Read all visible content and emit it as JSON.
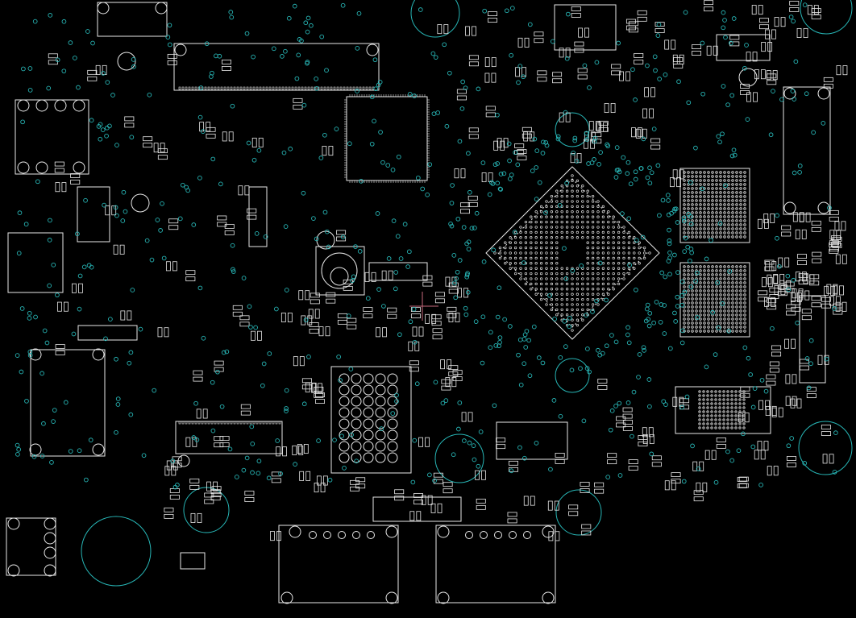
{
  "viewer": {
    "background_color": "#000000",
    "outline_color": "#e8e8e8",
    "via_color": "#27b5b5",
    "cursor_color": "#c76a7e"
  },
  "board": {
    "components": [
      {
        "id": "usb-connector-top-left",
        "kind": "connector"
      },
      {
        "id": "fpc-connector-top",
        "kind": "connector"
      },
      {
        "id": "ethernet-rj45",
        "kind": "connector"
      },
      {
        "id": "sd-card-slot",
        "kind": "connector"
      },
      {
        "id": "soc-main",
        "kind": "bga-chip"
      },
      {
        "id": "ddr-ram-top",
        "kind": "bga-chip"
      },
      {
        "id": "ddr-ram-bottom",
        "kind": "bga-chip"
      },
      {
        "id": "emmc-flash",
        "kind": "bga-chip"
      },
      {
        "id": "wifi-module",
        "kind": "module"
      },
      {
        "id": "qfp-controller",
        "kind": "ic"
      },
      {
        "id": "pmic",
        "kind": "ic"
      },
      {
        "id": "hdmi-connector-left",
        "kind": "connector"
      },
      {
        "id": "hdmi-connector-right",
        "kind": "connector"
      },
      {
        "id": "sim-slot-right",
        "kind": "connector"
      }
    ],
    "mounting_holes": 8
  }
}
